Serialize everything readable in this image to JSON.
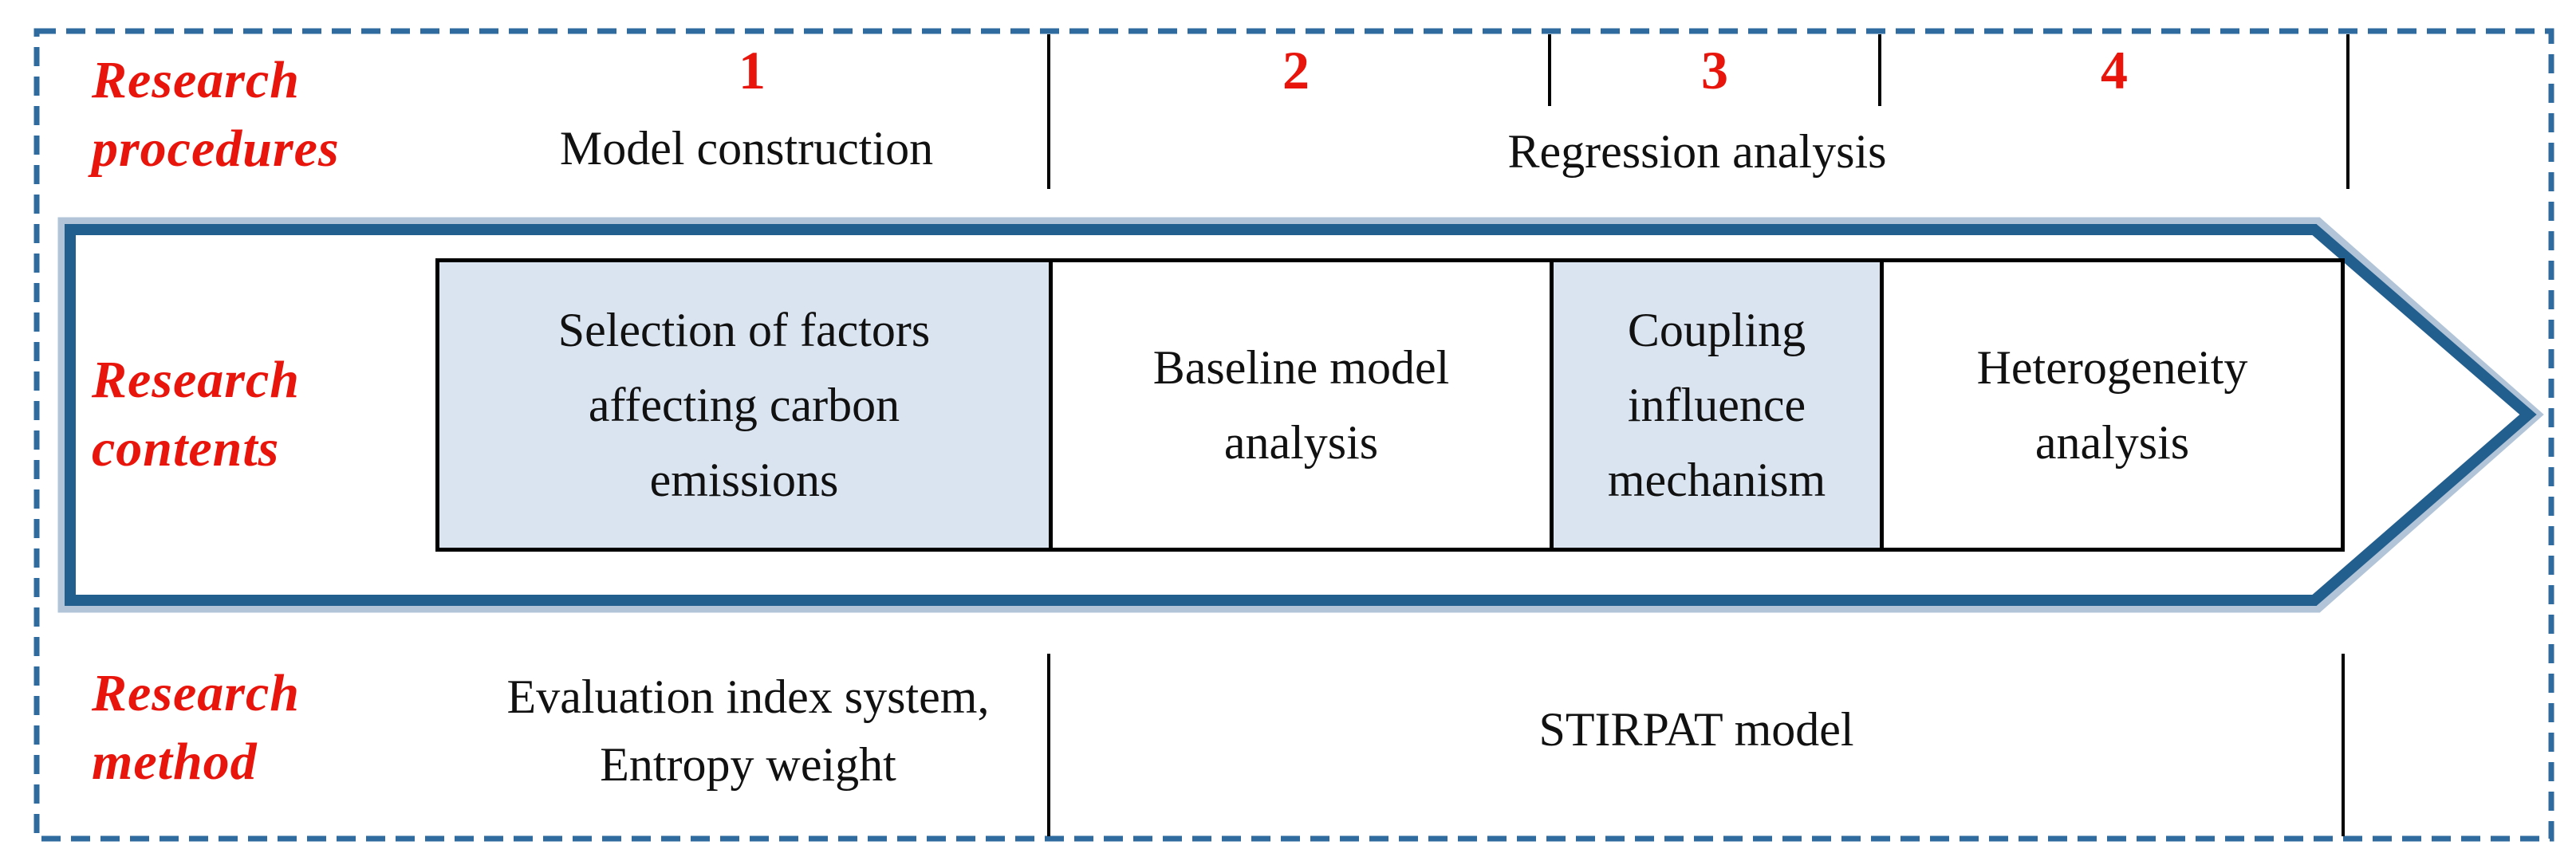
{
  "colors": {
    "frame-blue": "#2f6b9e",
    "arrow-blue": "#235f8e",
    "halo-blue": "#b2c5d8",
    "box-fill": "#dae4f0",
    "label-red": "#e8150c",
    "text-black": "#111111"
  },
  "rows": {
    "procedures": {
      "label": "Research\nprocedures",
      "steps": [
        "1",
        "2",
        "3",
        "4"
      ],
      "col1": "Model construction",
      "col234": "Regression analysis"
    },
    "contents": {
      "label": "Research\ncontents",
      "boxes": [
        {
          "text": "Selection of factors\naffecting carbon\nemissions",
          "highlighted": true
        },
        {
          "text": "Baseline model\nanalysis",
          "highlighted": false
        },
        {
          "text": "Coupling\ninfluence\nmechanism",
          "highlighted": true
        },
        {
          "text": "Heterogeneity\nanalysis",
          "highlighted": false
        }
      ]
    },
    "method": {
      "label": "Research\nmethod",
      "col1": "Evaluation index system,\nEntropy weight",
      "col234": "STIRPAT model"
    }
  }
}
